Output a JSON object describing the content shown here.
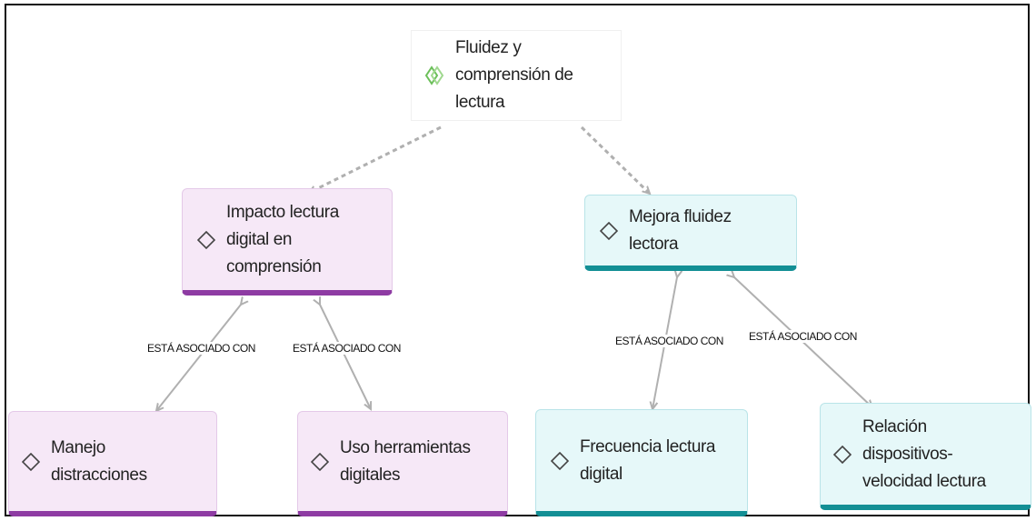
{
  "root": {
    "label": "Fluidez y comprensión de lectura",
    "icon": "double-diamond-icon"
  },
  "nodes": {
    "impacto": "Impacto lectura digital en comprensión",
    "mejora": "Mejora fluidez lectora",
    "manejo": "Manejo distracciones",
    "uso": "Uso herramientas digitales",
    "frecuencia": "Frecuencia lectura digital",
    "relacion": "Relación dispositivos-velocidad lectura"
  },
  "edges": {
    "label": "ESTÁ ASOCIADO CON"
  },
  "colors": {
    "purple_fill": "#f6e8f7",
    "purple_accent": "#8e3ba3",
    "teal_fill": "#e6f8f9",
    "teal_accent": "#138f95",
    "root_icon": "#6bbf59",
    "connector": "#b0b0b0"
  }
}
